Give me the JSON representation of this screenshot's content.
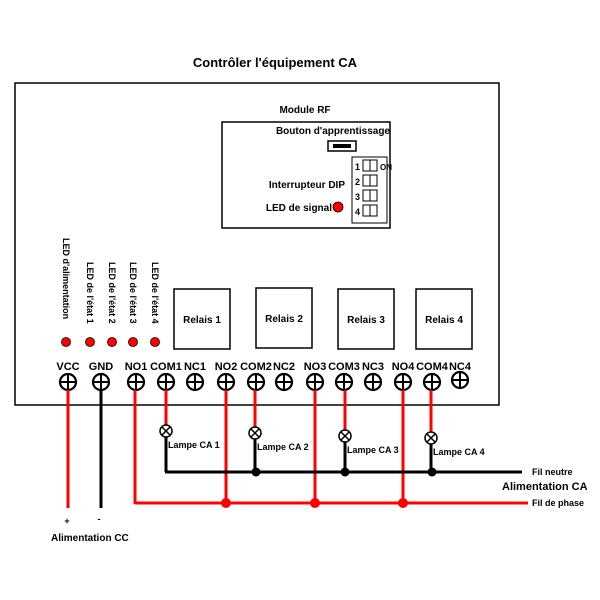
{
  "title": "Contrôler l'équipement CA",
  "rf_module": {
    "label": "Module RF",
    "learn_button_label": "Bouton d'apprentissage",
    "dip_label": "Interrupteur DIP",
    "dip_switches": [
      "1",
      "2",
      "3",
      "4"
    ],
    "dip_on_label": "ON",
    "signal_led_label": "LED de signal"
  },
  "leds": [
    {
      "label": "LED d'alimentation"
    },
    {
      "label": "LED de l'état 1"
    },
    {
      "label": "LED de l'état 2"
    },
    {
      "label": "LED de l'état 3"
    },
    {
      "label": "LED de l'état 4"
    }
  ],
  "relays": [
    "Relais 1",
    "Relais 2",
    "Relais 3",
    "Relais 4"
  ],
  "terminals": [
    "VCC",
    "GND",
    "NO1",
    "COM1",
    "NC1",
    "NO2",
    "COM2",
    "NC2",
    "NO3",
    "COM3",
    "NC3",
    "NO4",
    "COM4",
    "NC4"
  ],
  "lamps": [
    "Lampe CA 1",
    "Lampe CA 2",
    "Lampe CA 3",
    "Lampe CA 4"
  ],
  "wires": {
    "neutral_label": "Fil neutre",
    "ac_supply_label": "Alimentation CA",
    "phase_label": "Fil de phase",
    "dc_plus": "+",
    "dc_minus": "-",
    "dc_supply_label": "Alimentation CC"
  },
  "colors": {
    "phase": "#ff0000",
    "neutral": "#000000",
    "led": "#ff0000"
  }
}
